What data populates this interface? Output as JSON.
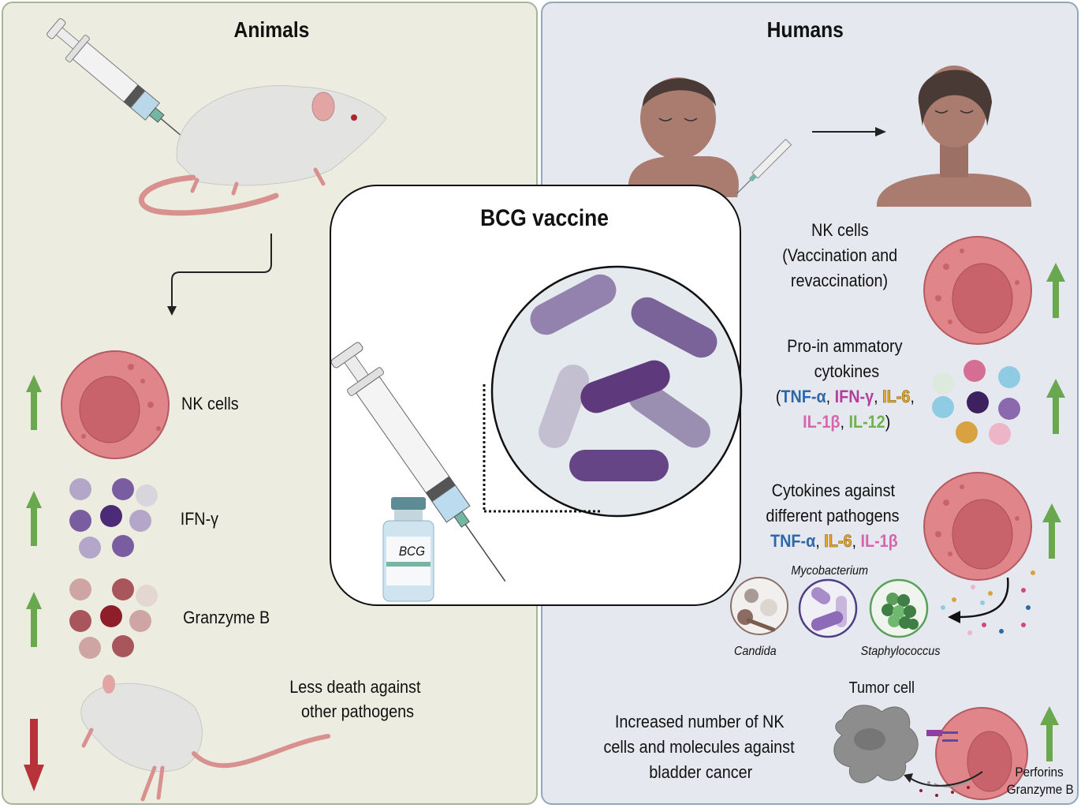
{
  "animals": {
    "title": "Animals",
    "items": [
      {
        "label": "NK cells",
        "trend": "up"
      },
      {
        "label": "IFN-γ",
        "trend": "up"
      },
      {
        "label": "Granzyme B",
        "trend": "up"
      },
      {
        "label_line1": "Less death against",
        "label_line2": "other pathogens",
        "trend": "down"
      }
    ]
  },
  "center": {
    "title": "BCG vaccine",
    "vial_label": "BCG"
  },
  "humans": {
    "title": "Humans",
    "nk": {
      "line1": "NK cells",
      "line2": "(Vaccination and",
      "line3": "revaccination)",
      "trend": "up"
    },
    "proinflammatory": {
      "line1": "Pro-in  ammatory",
      "line2": "cytokines",
      "open": "(",
      "tnf": "TNF-α",
      "ifn": "IFN-γ",
      "il6": "IL-6",
      "il1b": "IL-1β",
      "il12": "IL-12",
      "comma": ", ",
      "close": ")",
      "trend": "up"
    },
    "pathogens": {
      "line1": "Cytokines against",
      "line2": "different pathogens",
      "tnf": "TNF-α",
      "il6": "IL-6",
      "il1b": "IL-1β",
      "comma": ", ",
      "mycobacterium": "Mycobacterium",
      "candida": "Candida",
      "staphylococcus": "Staphylococcus",
      "trend": "up"
    },
    "cancer": {
      "line1": "Increased number of NK",
      "line2": "cells and molecules against",
      "line3": "bladder cancer",
      "tumor_label": "Tumor cell",
      "perforins": "Perforins",
      "granzyme": "Granzyme B",
      "trend": "up"
    }
  },
  "colors": {
    "up_arrow": "#6aa84f",
    "down_arrow": "#b8323a",
    "nk_cell": "#e0868a",
    "nk_nucleus": "#c9636b",
    "bacteria": "#6a4a8c"
  }
}
